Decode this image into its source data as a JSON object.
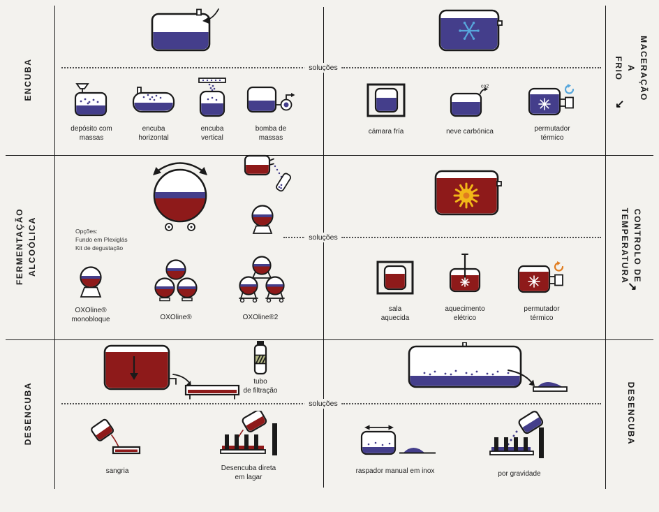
{
  "palette": {
    "purple": "#443E8B",
    "red": "#8E1A1A",
    "blue": "#57A7DC",
    "yellow": "#F2B718",
    "orange": "#E07C1F",
    "olive": "#9AA05A",
    "ink": "#1A1A1A",
    "bg": "#F3F2EE"
  },
  "divider_label": "soluções",
  "side_labels": {
    "left": [
      {
        "text": "ENCUBA"
      },
      {
        "text": "FERMENTAÇÃO\nALCOÓLICA"
      },
      {
        "text": "DESENCUBA"
      }
    ],
    "right": [
      {
        "text": "MACERAÇÃO A\nFRIO",
        "arrow": "↙"
      },
      {
        "text": "CONTROLO DE\nTEMPERATURA",
        "arrow": "↘"
      },
      {
        "text": "DESENCUBA",
        "arrow": ""
      }
    ]
  },
  "rows": [
    {
      "left": {
        "items": [
          {
            "label": "depósito com\nmassas"
          },
          {
            "label": "encuba\nhorizontal"
          },
          {
            "label": "encuba\nvertical"
          },
          {
            "label": "bomba de\nmassas"
          }
        ]
      },
      "right": {
        "co2": "co2",
        "items": [
          {
            "label": "cámara fría"
          },
          {
            "label": "neve carbónica"
          },
          {
            "label": "permutador\ntérmico"
          }
        ]
      }
    },
    {
      "left": {
        "options_note": "Opções:\nFundo em Plexiglás\nKit de degustação",
        "items": [
          {
            "label": "OXOline®\nmonobloque"
          },
          {
            "label": "OXOline®"
          },
          {
            "label": "OXOline®2"
          }
        ]
      },
      "right": {
        "items": [
          {
            "label": "sala\naquecida"
          },
          {
            "label": "aquecimento\nelétrico"
          },
          {
            "label": "permutador\ntérmico"
          }
        ]
      }
    },
    {
      "left": {
        "tube_label": "tubo\nde filtração",
        "items": [
          {
            "label": "sangria"
          },
          {
            "label": "Desencuba direta\nem lagar"
          }
        ]
      },
      "right": {
        "items": [
          {
            "label": "raspador manual em inox"
          },
          {
            "label": "por gravidade"
          }
        ]
      }
    }
  ]
}
